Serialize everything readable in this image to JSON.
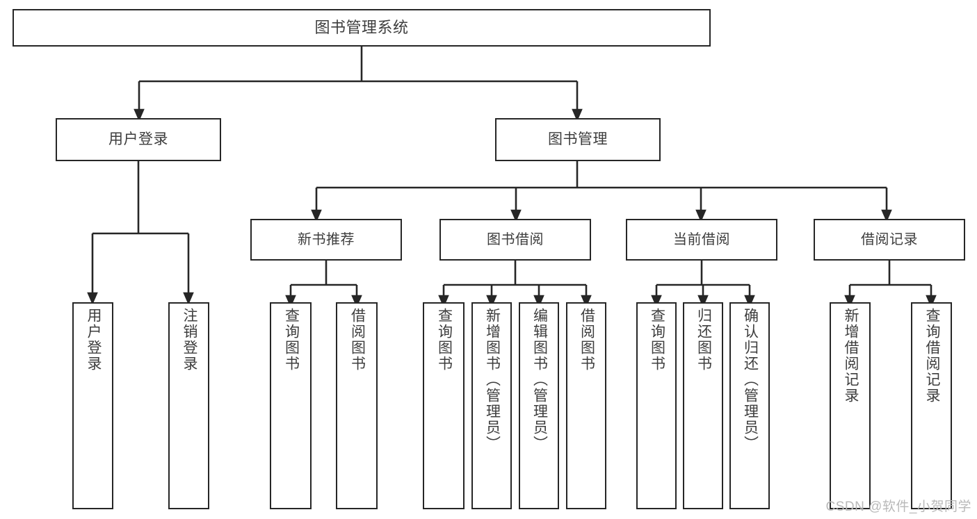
{
  "diagram": {
    "title": "图书管理系统",
    "type": "tree-hierarchy",
    "colors": {
      "stroke": "#262626",
      "text": "#3d3d3d",
      "background": "#ffffff",
      "watermark": "#b9b9b9"
    },
    "root": {
      "label": "图书管理系统"
    },
    "level1": [
      {
        "label": "用户登录"
      },
      {
        "label": "图书管理"
      }
    ],
    "level2": [
      {
        "label": "新书推荐"
      },
      {
        "label": "图书借阅"
      },
      {
        "label": "当前借阅"
      },
      {
        "label": "借阅记录"
      }
    ],
    "leaves": {
      "user_login": [
        {
          "label": "用户登录"
        },
        {
          "label": "注销登录"
        }
      ],
      "new_book_recommend": [
        {
          "label": "查询图书"
        },
        {
          "label": "借阅图书"
        }
      ],
      "book_borrow": [
        {
          "label": "查询图书"
        },
        {
          "label": "新增图书（管理员）"
        },
        {
          "label": "编辑图书（管理员）"
        },
        {
          "label": "借阅图书"
        }
      ],
      "current_borrow": [
        {
          "label": "查询图书"
        },
        {
          "label": "归还图书"
        },
        {
          "label": "确认归还（管理员）"
        }
      ],
      "borrow_record": [
        {
          "label": "新增借阅记录"
        },
        {
          "label": "查询借阅记录"
        }
      ]
    },
    "watermark": "CSDN @软件_小贺同学"
  }
}
